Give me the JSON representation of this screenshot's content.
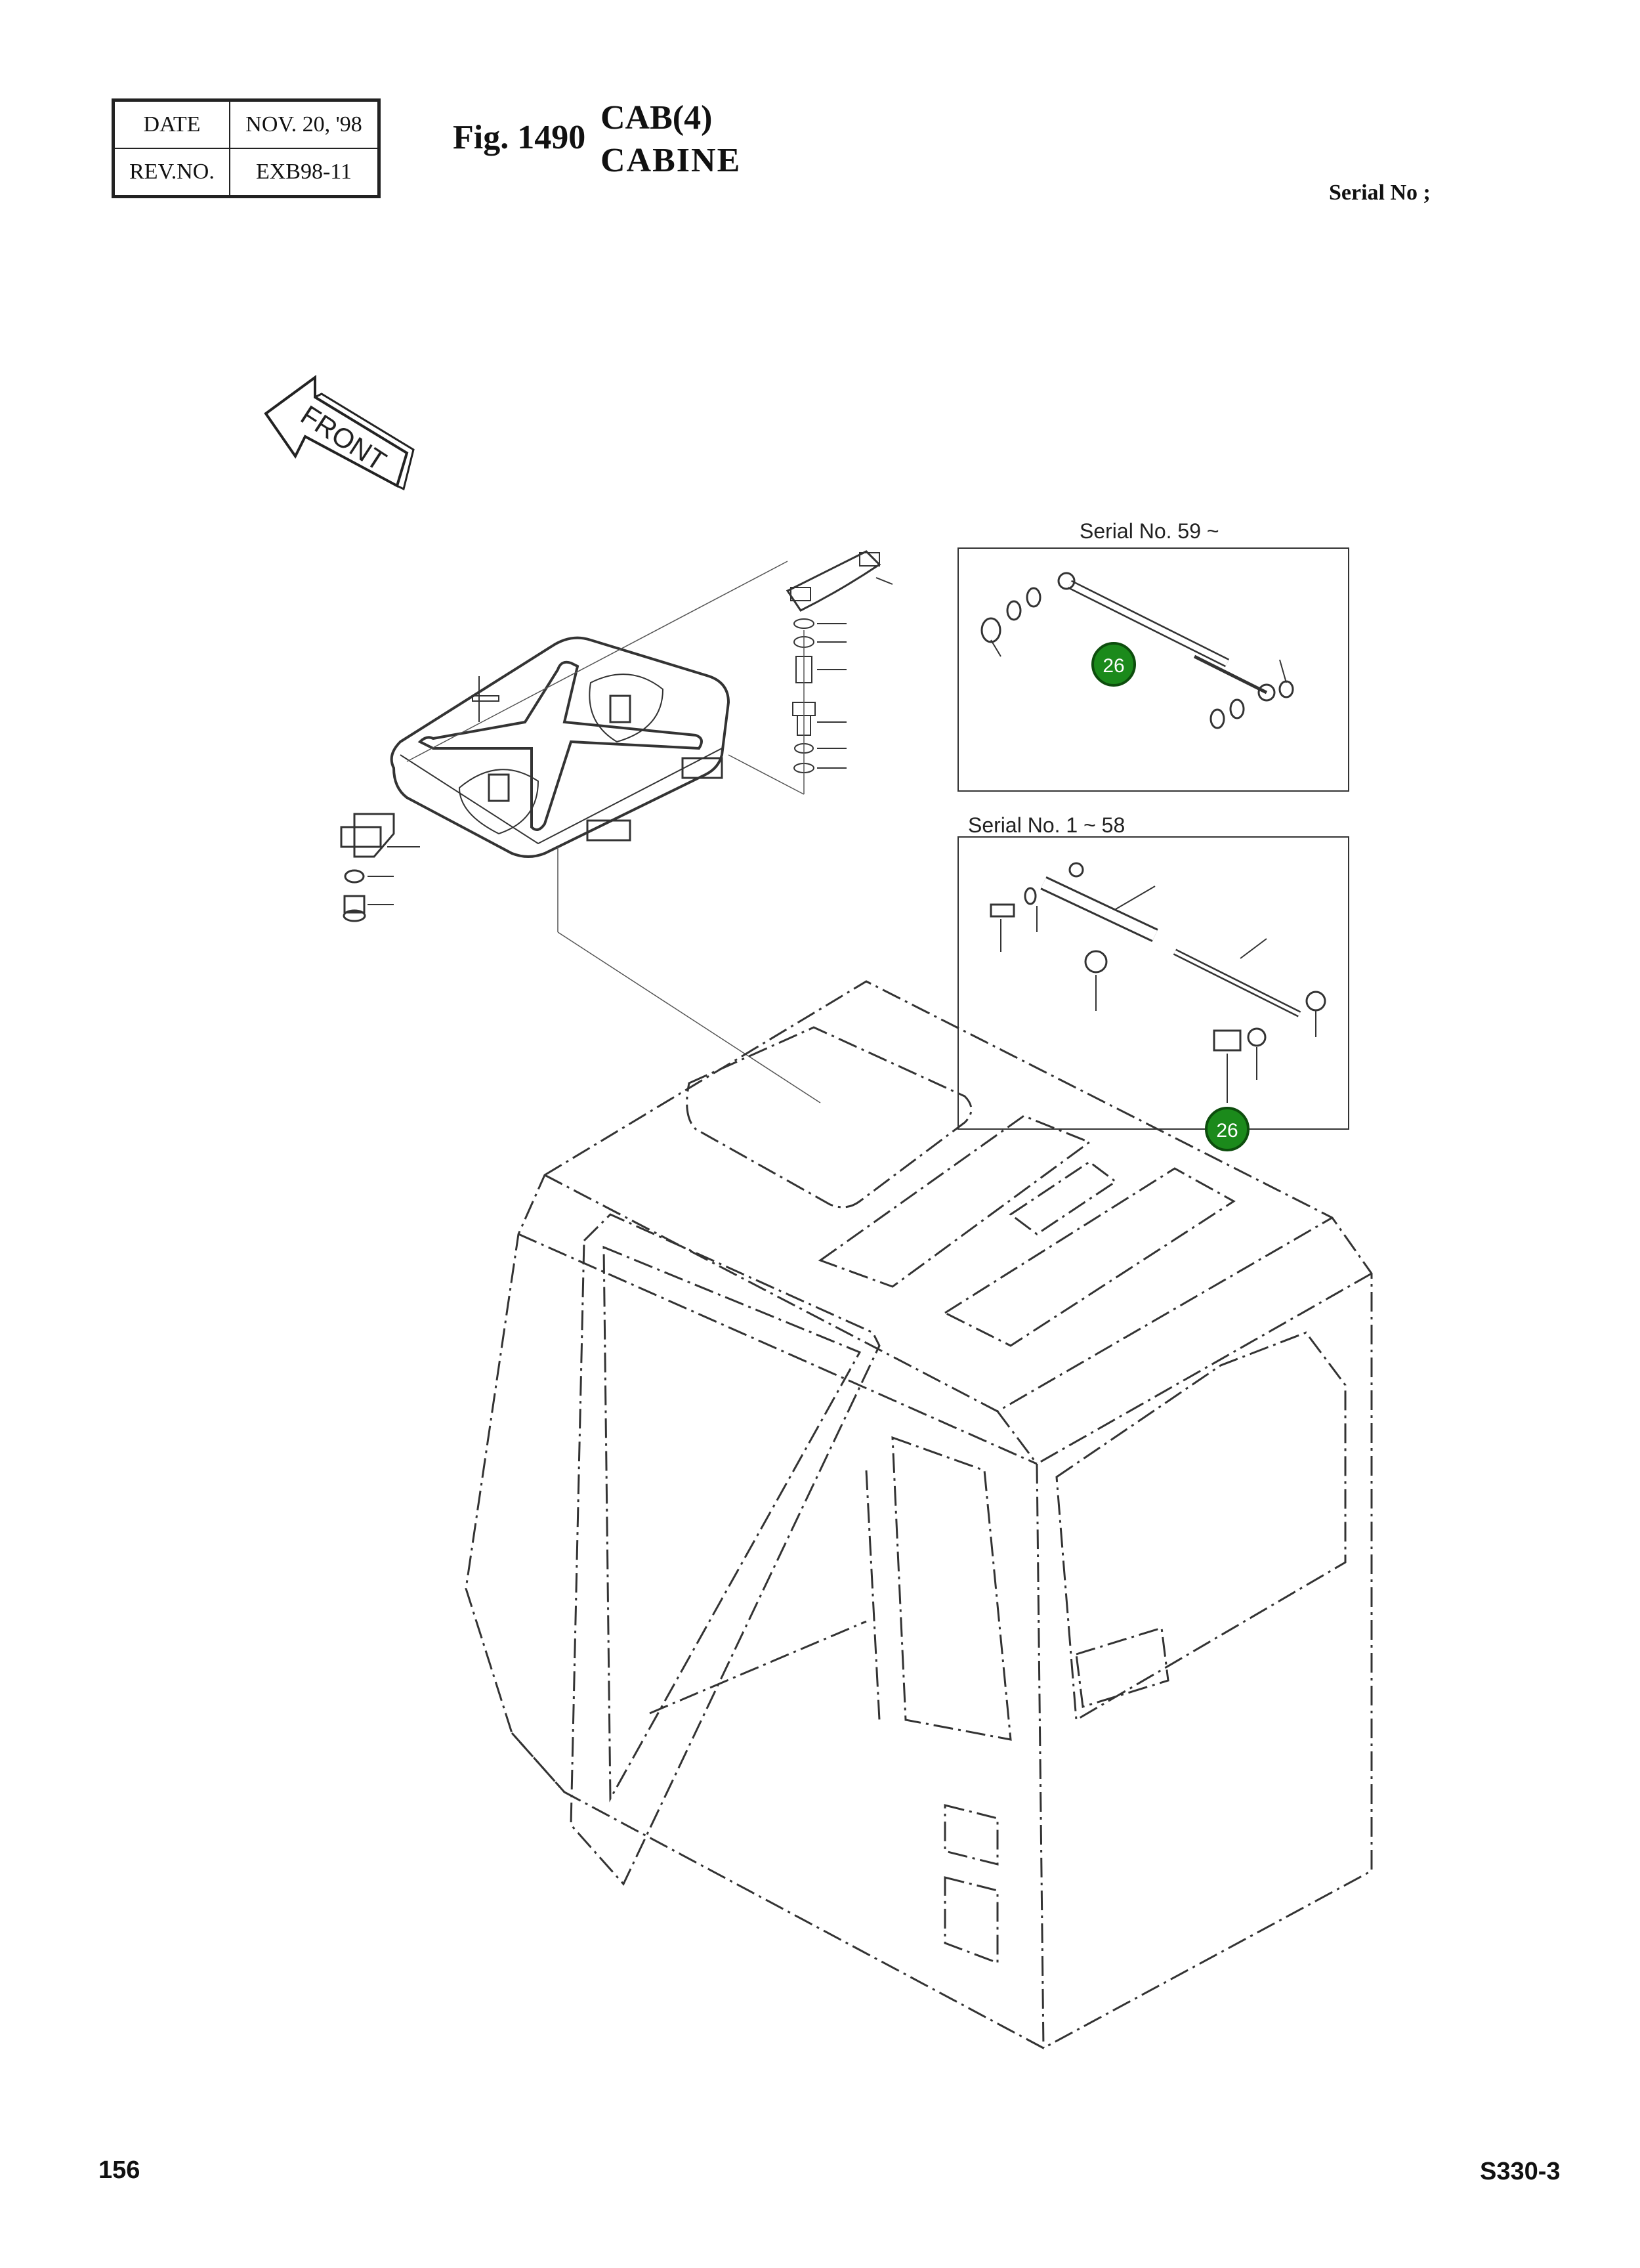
{
  "header": {
    "date_label": "DATE",
    "date_value": "NOV. 20, '98",
    "rev_label": "REV.NO.",
    "rev_value": "EXB98-11",
    "fig_label": "Fig. 1490",
    "title_line1": "CAB(4)",
    "title_line2": "CABINE",
    "serial_label": "Serial No ;"
  },
  "diagram": {
    "front_arrow_label": "FRONT",
    "box_upper_label": "Serial No. 59 ~",
    "box_lower_label": "Serial No. 1 ~ 58",
    "callouts": [
      "26",
      "26"
    ],
    "callout_color": "#1b8a1b"
  },
  "footer": {
    "page_number": "156",
    "model": "S330-3"
  }
}
